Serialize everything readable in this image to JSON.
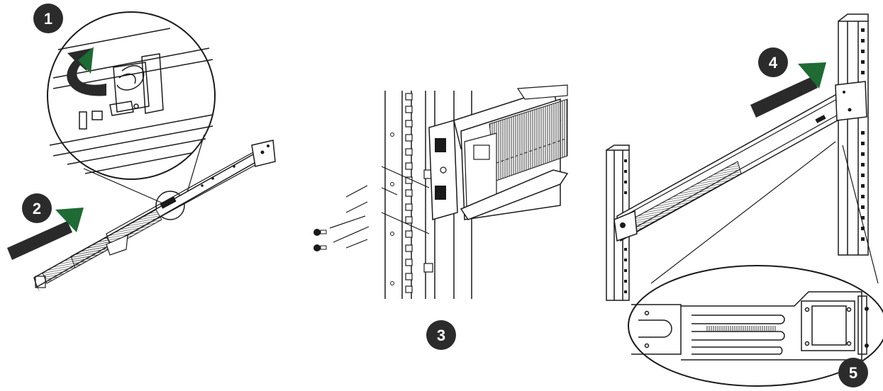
{
  "figure": {
    "colors": {
      "line": "#1a1a1a",
      "step_badge_fill": "#2b2b2b",
      "step_badge_text": "#ffffff",
      "arrow_green": "#1e6b34",
      "arrow_dark": "#2a2a2a",
      "rail_hatch": "#3a3a3a",
      "background": "#ffffff"
    },
    "steps": [
      {
        "id": 1,
        "label": "1"
      },
      {
        "id": 2,
        "label": "2"
      },
      {
        "id": 3,
        "label": "3"
      },
      {
        "id": 4,
        "label": "4"
      },
      {
        "id": 5,
        "label": "5"
      }
    ],
    "icons": {
      "rotate_arrow": "curved-rotation-arrow",
      "push_arrow": "push-direction-arrow",
      "screw": "mounting-screw"
    }
  }
}
